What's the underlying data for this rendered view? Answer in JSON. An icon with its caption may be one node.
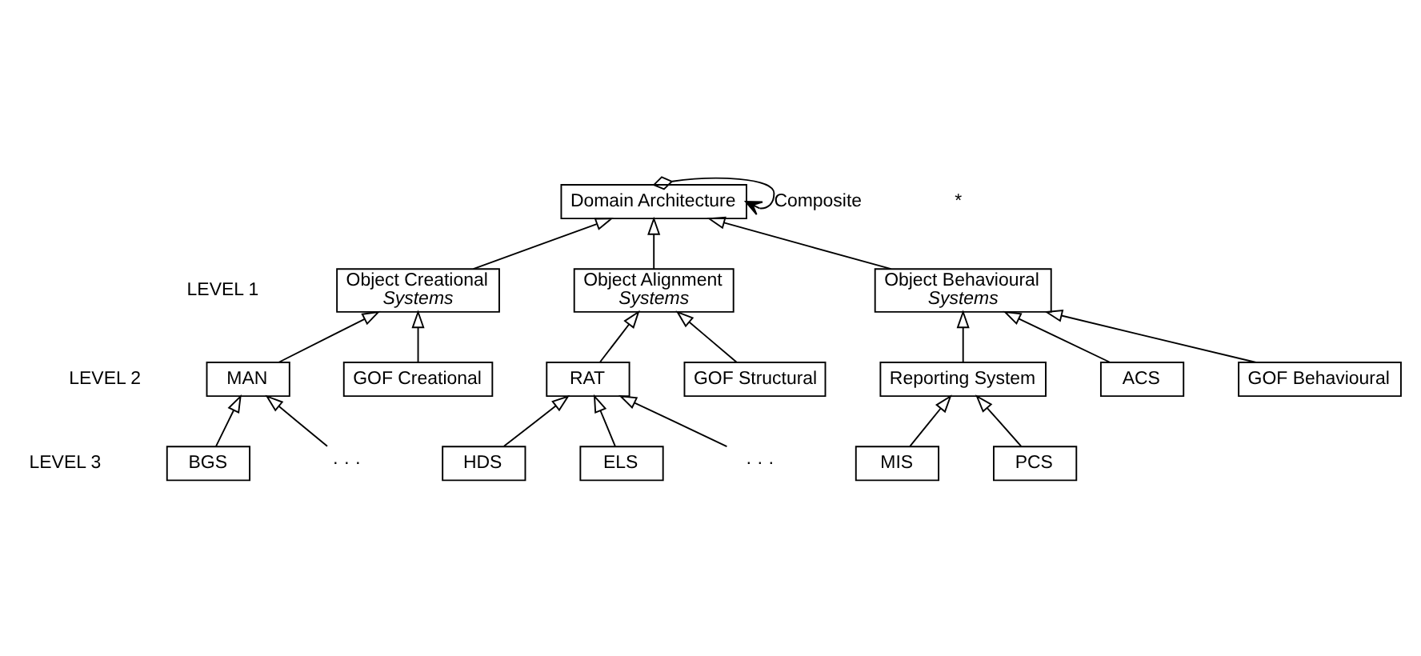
{
  "diagram": {
    "nodes": [
      {
        "text": [
          "Domain Architecture"
        ]
      },
      {
        "text": [
          "Object Creational",
          "Systems"
        ]
      },
      {
        "text": [
          "Object Alignment",
          "Systems"
        ]
      },
      {
        "text": [
          "Object Behavioural",
          "Systems"
        ]
      },
      {
        "text": [
          "MAN"
        ]
      },
      {
        "text": [
          "GOF Creational"
        ]
      },
      {
        "text": [
          "RAT"
        ]
      },
      {
        "text": [
          "GOF Structural"
        ]
      },
      {
        "text": [
          "Reporting System"
        ]
      },
      {
        "text": [
          "ACS"
        ]
      },
      {
        "text": [
          "GOF Behavioural"
        ]
      },
      {
        "text": [
          "BGS"
        ]
      },
      {
        "text": [
          "· · ·"
        ]
      },
      {
        "text": [
          "HDS"
        ]
      },
      {
        "text": [
          "ELS"
        ]
      },
      {
        "text": [
          "· · ·"
        ]
      },
      {
        "text": [
          "MIS"
        ]
      },
      {
        "text": [
          "PCS"
        ]
      }
    ],
    "edges": [
      {
        "from": 0,
        "to": 0,
        "arrow": "to",
        "label": "Composite"
      },
      {
        "from": 1,
        "to": 0,
        "arrow": "to"
      },
      {
        "from": 2,
        "to": 0,
        "arrow": "to"
      },
      {
        "from": 3,
        "to": 0,
        "arrow": "to"
      },
      {
        "from": 4,
        "to": 1,
        "arrow": "to"
      },
      {
        "from": 5,
        "to": 1,
        "arrow": "to"
      },
      {
        "from": 6,
        "to": 2,
        "arrow": "to"
      },
      {
        "from": 7,
        "to": 2,
        "arrow": "to"
      },
      {
        "from": 8,
        "to": 3,
        "arrow": "to"
      },
      {
        "from": 9,
        "to": 3,
        "arrow": "to"
      },
      {
        "from": 10,
        "to": 3,
        "arrow": "to"
      },
      {
        "from": 11,
        "to": 4,
        "arrow": "to"
      },
      {
        "from": 12,
        "to": 4,
        "arrow": "to"
      },
      {
        "from": 13,
        "to": 6,
        "arrow": "to"
      },
      {
        "from": 14,
        "to": 6,
        "arrow": "to"
      },
      {
        "from": 15,
        "to": 6,
        "arrow": "to"
      },
      {
        "from": 16,
        "to": 8,
        "arrow": "to"
      },
      {
        "from": 17,
        "to": 8,
        "arrow": "to"
      }
    ],
    "labels": [
      "*",
      "LEVEL 1",
      "LEVEL 2",
      "LEVEL 3"
    ]
  }
}
